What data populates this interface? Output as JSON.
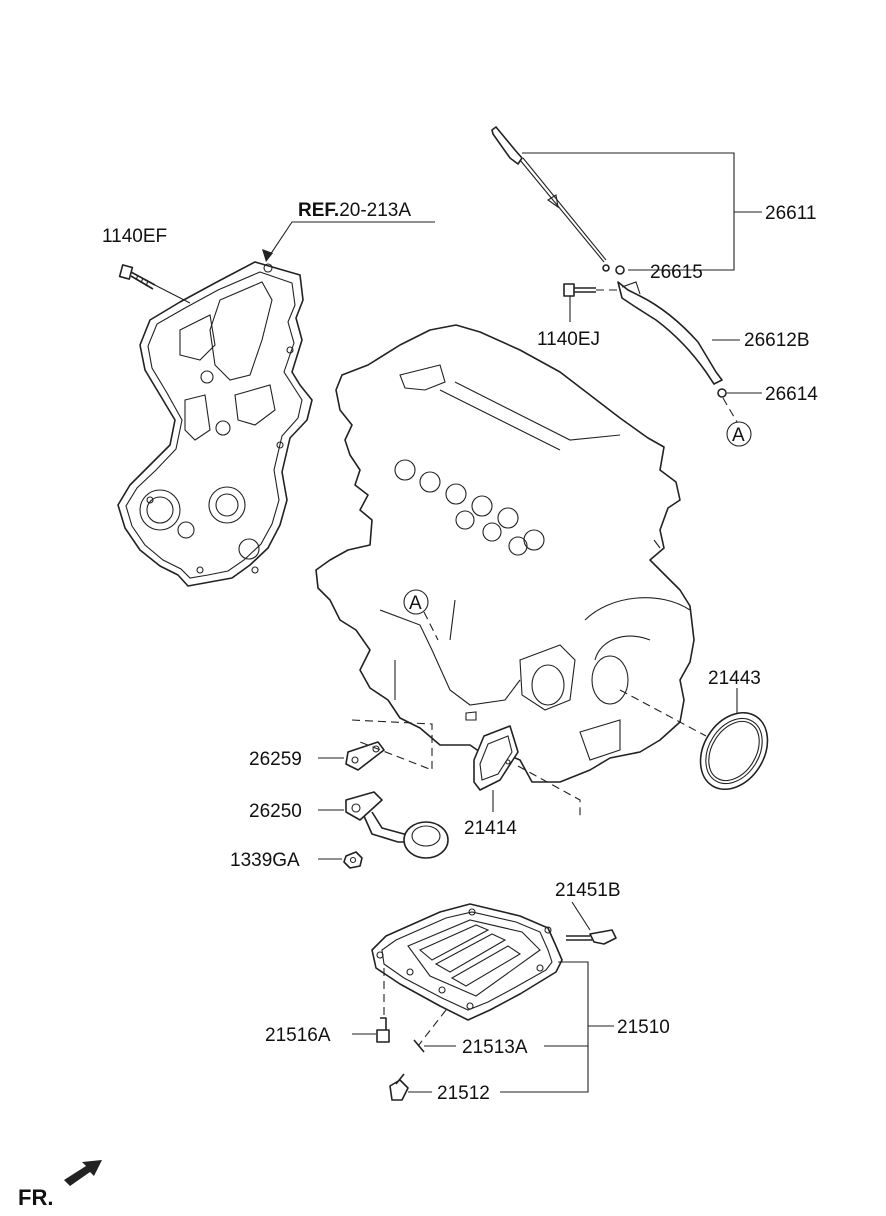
{
  "reference": {
    "prefix": "REF.",
    "code": "20-213A"
  },
  "parts": {
    "p1140EF": "1140EF",
    "p26611": "26611",
    "p26615": "26615",
    "p1140EJ": "1140EJ",
    "p26612B": "26612B",
    "p26614": "26614",
    "p21443": "21443",
    "p26259": "26259",
    "p26250": "26250",
    "p21414": "21414",
    "p1339GA": "1339GA",
    "p21451B": "21451B",
    "p21510": "21510",
    "p21516A": "21516A",
    "p21513A": "21513A",
    "p21512": "21512"
  },
  "markers": {
    "a_top": "A",
    "a_engine": "A"
  },
  "front_label": "FR."
}
